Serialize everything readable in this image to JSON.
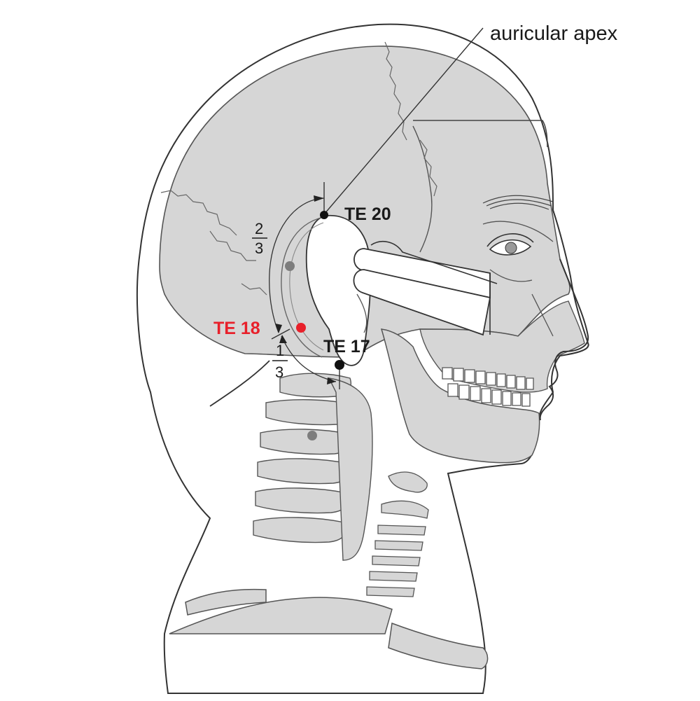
{
  "labels": {
    "auricular_apex": "auricular apex",
    "te20": "TE 20",
    "te18": "TE 18",
    "te17": "TE 17"
  },
  "fractions": {
    "upper": {
      "numerator": "2",
      "denominator": "3"
    },
    "lower": {
      "numerator": "1",
      "denominator": "3"
    }
  },
  "colors": {
    "outline": "#4a4a4a",
    "bone_fill": "#d6d6d6",
    "skin_fill": "#ffffff",
    "highlight_point": "#e8202a",
    "reference_point": "#111111",
    "secondary_point": "#7d7d7d",
    "label_text": "#1a1a1a"
  }
}
